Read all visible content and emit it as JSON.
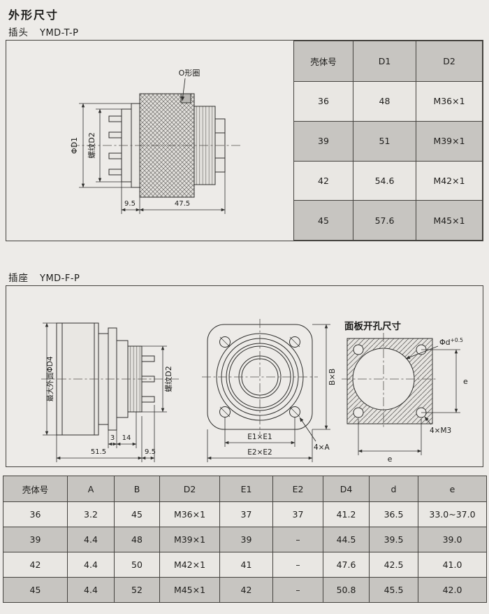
{
  "page": {
    "title": "外形尺寸"
  },
  "sections": {
    "plug": {
      "label": "插头",
      "model": "YMD-T-P"
    },
    "socket": {
      "label": "插座",
      "model": "YMD-F-P"
    }
  },
  "plug_drawing": {
    "oring": "O形圈",
    "d1": "ΦD1",
    "thread_d2": "螺纹D2",
    "dim_rear": "9.5",
    "dim_length": "47.5"
  },
  "plug_table": {
    "headers": [
      "壳体号",
      "D1",
      "D2"
    ],
    "rows": [
      [
        "36",
        "48",
        "M36×1"
      ],
      [
        "39",
        "51",
        "M39×1"
      ],
      [
        "42",
        "54.6",
        "M42×1"
      ],
      [
        "45",
        "57.6",
        "M45×1"
      ]
    ]
  },
  "socket_drawing": {
    "max_outer": "最大外圆ΦD4",
    "thread_d2": "螺纹D2",
    "dim_flange": "3",
    "dim_mid": "14",
    "dim_body": "51.5",
    "dim_tail": "9.5",
    "flange_size": "B×B",
    "hole_pitch": "E1×E1",
    "flange_width": "E2×E2",
    "corner_holes": "4×A",
    "panel_title": "面板开孔尺寸",
    "panel_dia": "Φd",
    "panel_dia_tol": "+0.5",
    "panel_e_right": "e",
    "panel_e_bottom": "e",
    "panel_screws": "4×M3"
  },
  "socket_table": {
    "headers": [
      "壳体号",
      "A",
      "B",
      "D2",
      "E1",
      "E2",
      "D4",
      "d",
      "e"
    ],
    "rows": [
      [
        "36",
        "3.2",
        "45",
        "M36×1",
        "37",
        "37",
        "41.2",
        "36.5",
        "33.0~37.0"
      ],
      [
        "39",
        "4.4",
        "48",
        "M39×1",
        "39",
        "–",
        "44.5",
        "39.5",
        "39.0"
      ],
      [
        "42",
        "4.4",
        "50",
        "M42×1",
        "41",
        "–",
        "47.6",
        "42.5",
        "41.0"
      ],
      [
        "45",
        "4.4",
        "52",
        "M45×1",
        "42",
        "–",
        "50.8",
        "45.5",
        "42.0"
      ]
    ]
  }
}
